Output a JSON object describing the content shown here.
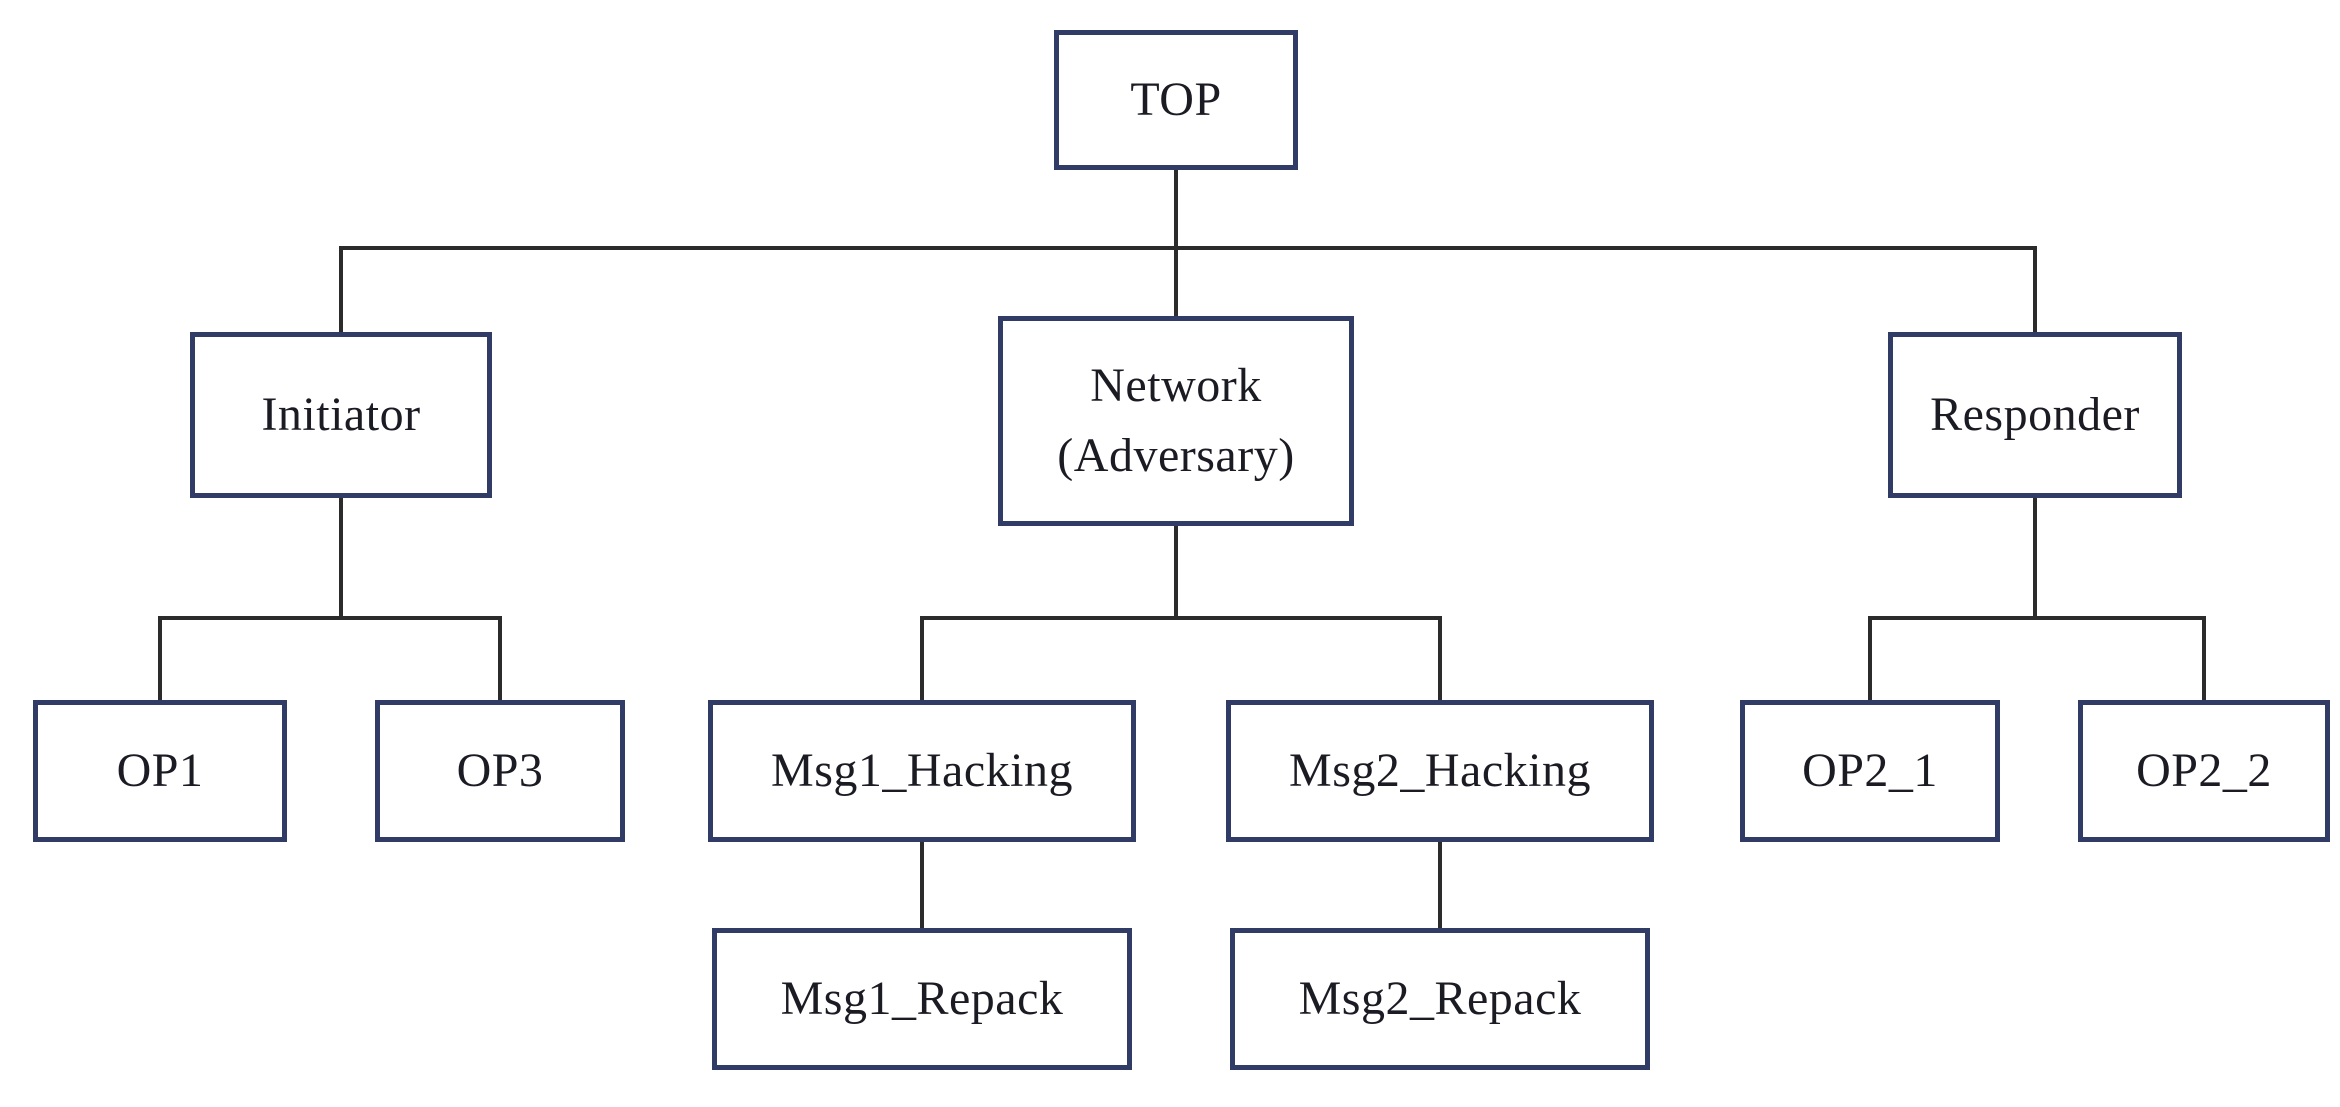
{
  "diagram": {
    "type": "tree",
    "title": "",
    "colors": {
      "box_border": "#303c66",
      "connector": "#2b2b2b",
      "text": "#1b1b24",
      "background": "#ffffff"
    },
    "nodes": {
      "top": {
        "label": "TOP"
      },
      "initiator": {
        "label": "Initiator"
      },
      "network": {
        "label": "Network\n(Adversary)"
      },
      "responder": {
        "label": "Responder"
      },
      "op1": {
        "label": "OP1"
      },
      "op3": {
        "label": "OP3"
      },
      "msg1_hacking": {
        "label": "Msg1_Hacking"
      },
      "msg2_hacking": {
        "label": "Msg2_Hacking"
      },
      "op2_1": {
        "label": "OP2_1"
      },
      "op2_2": {
        "label": "OP2_2"
      },
      "msg1_repack": {
        "label": "Msg1_Repack"
      },
      "msg2_repack": {
        "label": "Msg2_Repack"
      }
    },
    "edges": [
      [
        "top",
        "initiator"
      ],
      [
        "top",
        "network"
      ],
      [
        "top",
        "responder"
      ],
      [
        "initiator",
        "op1"
      ],
      [
        "initiator",
        "op3"
      ],
      [
        "network",
        "msg1_hacking"
      ],
      [
        "network",
        "msg2_hacking"
      ],
      [
        "responder",
        "op2_1"
      ],
      [
        "responder",
        "op2_2"
      ],
      [
        "msg1_hacking",
        "msg1_repack"
      ],
      [
        "msg2_hacking",
        "msg2_repack"
      ]
    ]
  }
}
